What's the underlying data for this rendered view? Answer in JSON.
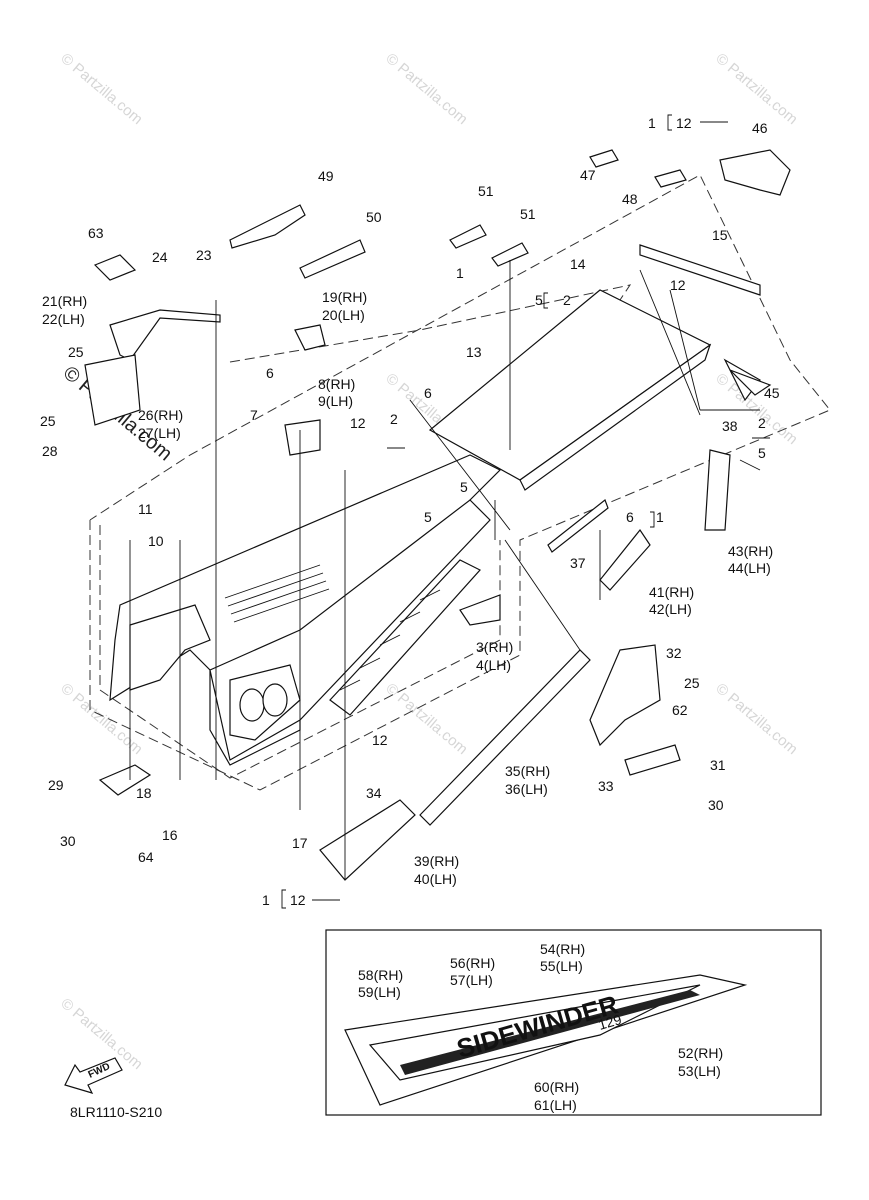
{
  "diagram_code": "8LR1110-S210",
  "fwd_label": "FWD",
  "watermark": "© Partzilla.com",
  "decal_text": {
    "main": "SIDEWINDER",
    "sub": "129"
  },
  "callouts": [
    {
      "id": "c1-12-top",
      "text": "1"
    },
    {
      "id": "c12-top",
      "text": "12"
    },
    {
      "id": "c46",
      "text": "46"
    },
    {
      "id": "c47",
      "text": "47"
    },
    {
      "id": "c48",
      "text": "48"
    },
    {
      "id": "c49",
      "text": "49"
    },
    {
      "id": "c50",
      "text": "50"
    },
    {
      "id": "c51a",
      "text": "51"
    },
    {
      "id": "c51b",
      "text": "51"
    },
    {
      "id": "c63",
      "text": "63"
    },
    {
      "id": "c24",
      "text": "24"
    },
    {
      "id": "c23",
      "text": "23"
    },
    {
      "id": "c15",
      "text": "15"
    },
    {
      "id": "c14",
      "text": "14"
    },
    {
      "id": "c12b",
      "text": "12"
    },
    {
      "id": "c1a",
      "text": "1"
    },
    {
      "id": "c21",
      "text": "21(RH)"
    },
    {
      "id": "c22",
      "text": "22(LH)"
    },
    {
      "id": "c19",
      "text": "19(RH)"
    },
    {
      "id": "c20",
      "text": "20(LH)"
    },
    {
      "id": "c5a",
      "text": "5"
    },
    {
      "id": "c2a",
      "text": "2"
    },
    {
      "id": "c25a",
      "text": "25"
    },
    {
      "id": "c13",
      "text": "13"
    },
    {
      "id": "c45",
      "text": "45"
    },
    {
      "id": "c6a",
      "text": "6"
    },
    {
      "id": "c8",
      "text": "8(RH)"
    },
    {
      "id": "c9",
      "text": "9(LH)"
    },
    {
      "id": "c6b",
      "text": "6"
    },
    {
      "id": "c7",
      "text": "7"
    },
    {
      "id": "c26",
      "text": "26(RH)"
    },
    {
      "id": "c27",
      "text": "27(LH)"
    },
    {
      "id": "c25b",
      "text": "25"
    },
    {
      "id": "c12c",
      "text": "12"
    },
    {
      "id": "c2b",
      "text": "2"
    },
    {
      "id": "c38",
      "text": "38"
    },
    {
      "id": "c2c",
      "text": "2"
    },
    {
      "id": "c5b",
      "text": "5"
    },
    {
      "id": "c28",
      "text": "28"
    },
    {
      "id": "c11",
      "text": "11"
    },
    {
      "id": "c5c",
      "text": "5"
    },
    {
      "id": "c5d",
      "text": "5"
    },
    {
      "id": "c6c",
      "text": "6"
    },
    {
      "id": "c1b",
      "text": "1"
    },
    {
      "id": "c10",
      "text": "10"
    },
    {
      "id": "c37",
      "text": "37"
    },
    {
      "id": "c43",
      "text": "43(RH)"
    },
    {
      "id": "c44",
      "text": "44(LH)"
    },
    {
      "id": "c41",
      "text": "41(RH)"
    },
    {
      "id": "c42",
      "text": "42(LH)"
    },
    {
      "id": "c3",
      "text": "3(RH)"
    },
    {
      "id": "c4",
      "text": "4(LH)"
    },
    {
      "id": "c32",
      "text": "32"
    },
    {
      "id": "c25c",
      "text": "25"
    },
    {
      "id": "c62",
      "text": "62"
    },
    {
      "id": "c12d",
      "text": "12"
    },
    {
      "id": "c35",
      "text": "35(RH)"
    },
    {
      "id": "c36",
      "text": "36(LH)"
    },
    {
      "id": "c31",
      "text": "31"
    },
    {
      "id": "c33",
      "text": "33"
    },
    {
      "id": "c29",
      "text": "29"
    },
    {
      "id": "c18",
      "text": "18"
    },
    {
      "id": "c34",
      "text": "34"
    },
    {
      "id": "c30a",
      "text": "30"
    },
    {
      "id": "c30b",
      "text": "30"
    },
    {
      "id": "c16",
      "text": "16"
    },
    {
      "id": "c64",
      "text": "64"
    },
    {
      "id": "c17",
      "text": "17"
    },
    {
      "id": "c39",
      "text": "39(RH)"
    },
    {
      "id": "c40",
      "text": "40(LH)"
    },
    {
      "id": "c1c",
      "text": "1"
    },
    {
      "id": "c12e",
      "text": "12"
    },
    {
      "id": "c54",
      "text": "54(RH)"
    },
    {
      "id": "c55",
      "text": "55(LH)"
    },
    {
      "id": "c56",
      "text": "56(RH)"
    },
    {
      "id": "c57",
      "text": "57(LH)"
    },
    {
      "id": "c58",
      "text": "58(RH)"
    },
    {
      "id": "c59",
      "text": "59(LH)"
    },
    {
      "id": "c52",
      "text": "52(RH)"
    },
    {
      "id": "c53",
      "text": "53(LH)"
    },
    {
      "id": "c60",
      "text": "60(RH)"
    },
    {
      "id": "c61",
      "text": "61(LH)"
    }
  ]
}
